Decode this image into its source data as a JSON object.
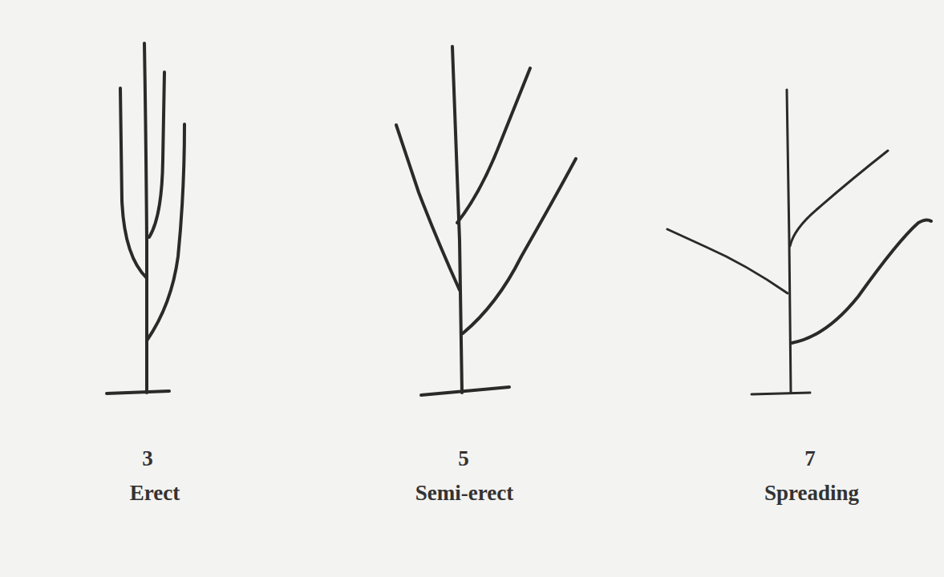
{
  "diagram": {
    "labels": [
      "3",
      "Erect",
      "5",
      "Semi-erect",
      "7",
      "Spreading"
    ]
  }
}
